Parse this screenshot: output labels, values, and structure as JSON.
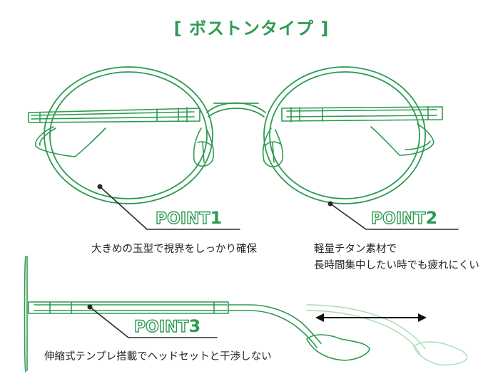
{
  "title": "[ ボストンタイプ ]",
  "colors": {
    "accent": "#2d9b52",
    "accent_light": "#a9dcb6",
    "text": "#222222"
  },
  "points": [
    {
      "word": "POINT",
      "number": "1",
      "caption_lines": [
        "大きめの玉型で視界をしっかり確保"
      ]
    },
    {
      "word": "POINT",
      "number": "2",
      "caption_lines": [
        "軽量チタン素材で",
        "長時間集中したい時でも疲れにくい"
      ]
    },
    {
      "word": "POINT",
      "number": "3",
      "caption_lines": [
        "伸縮式テンプレ搭載でヘッドセットと干渉しない"
      ]
    }
  ],
  "icons": {
    "marker": "dot-marker-icon",
    "extend_arrow": "double-arrow-icon"
  }
}
